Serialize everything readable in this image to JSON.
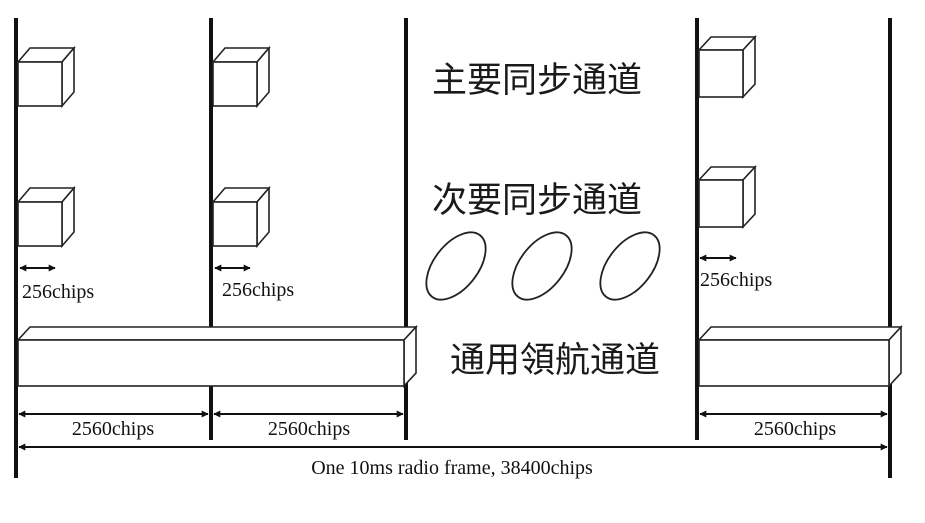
{
  "channel_labels": {
    "primary_sync": "主要同步通道",
    "secondary_sync": "次要同步通道",
    "common_pilot": "通用領航通道"
  },
  "chip_labels": {
    "slot_offset": "256chips",
    "slot_length": "2560chips",
    "frame": "One 10ms radio frame, 38400chips"
  }
}
